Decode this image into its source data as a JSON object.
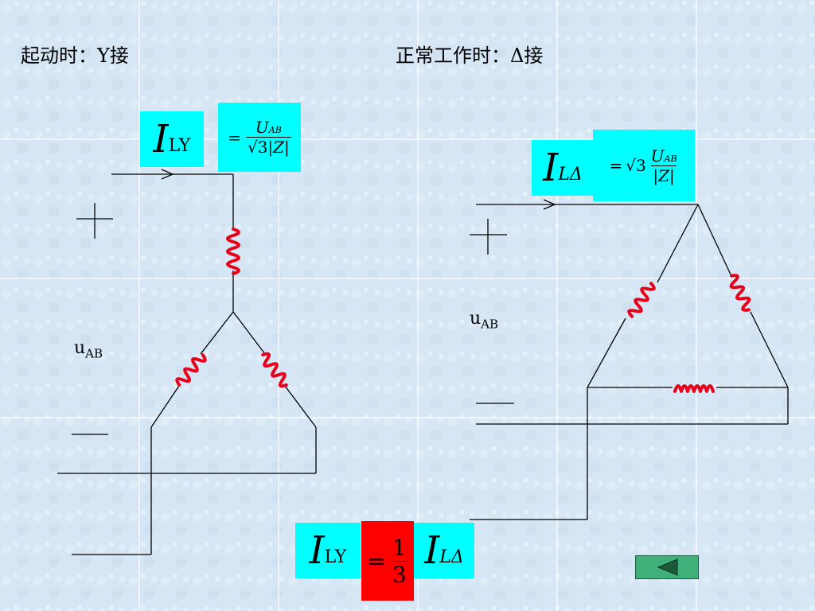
{
  "titles": {
    "left": "起动时：Y接",
    "right": "正常工作时：Δ接"
  },
  "formula_star": {
    "current": "I",
    "current_sub": "LY",
    "eq": "=",
    "numerator": "U",
    "numerator_sub": "AB",
    "sqrt": "√3",
    "z": "|Z|"
  },
  "formula_delta": {
    "current": "I",
    "current_sub": "LΔ",
    "eq": "=",
    "sqrt": "√3",
    "numerator": "U",
    "numerator_sub": "AB",
    "z": "|Z|"
  },
  "voltage_labels": {
    "star": {
      "u": "u",
      "sub": "AB"
    },
    "delta": {
      "u": "u",
      "sub": "AB"
    }
  },
  "polarity": {
    "plus": "+",
    "minus": "—"
  },
  "relation": {
    "left_current": "I",
    "left_sub": "LY",
    "eq": "=",
    "num": "1",
    "den": "3",
    "right_current": "I",
    "right_sub": "LΔ"
  },
  "colors": {
    "background": "#d6e6f4",
    "formula_box": "#00ffff",
    "highlight_box": "#ff0000",
    "coil": "#e8001a",
    "wire": "#000000",
    "nav_button": "#3fb07a"
  },
  "icons": {
    "nav": "triangle-left-icon",
    "coil": "inductor-coil-icon"
  }
}
